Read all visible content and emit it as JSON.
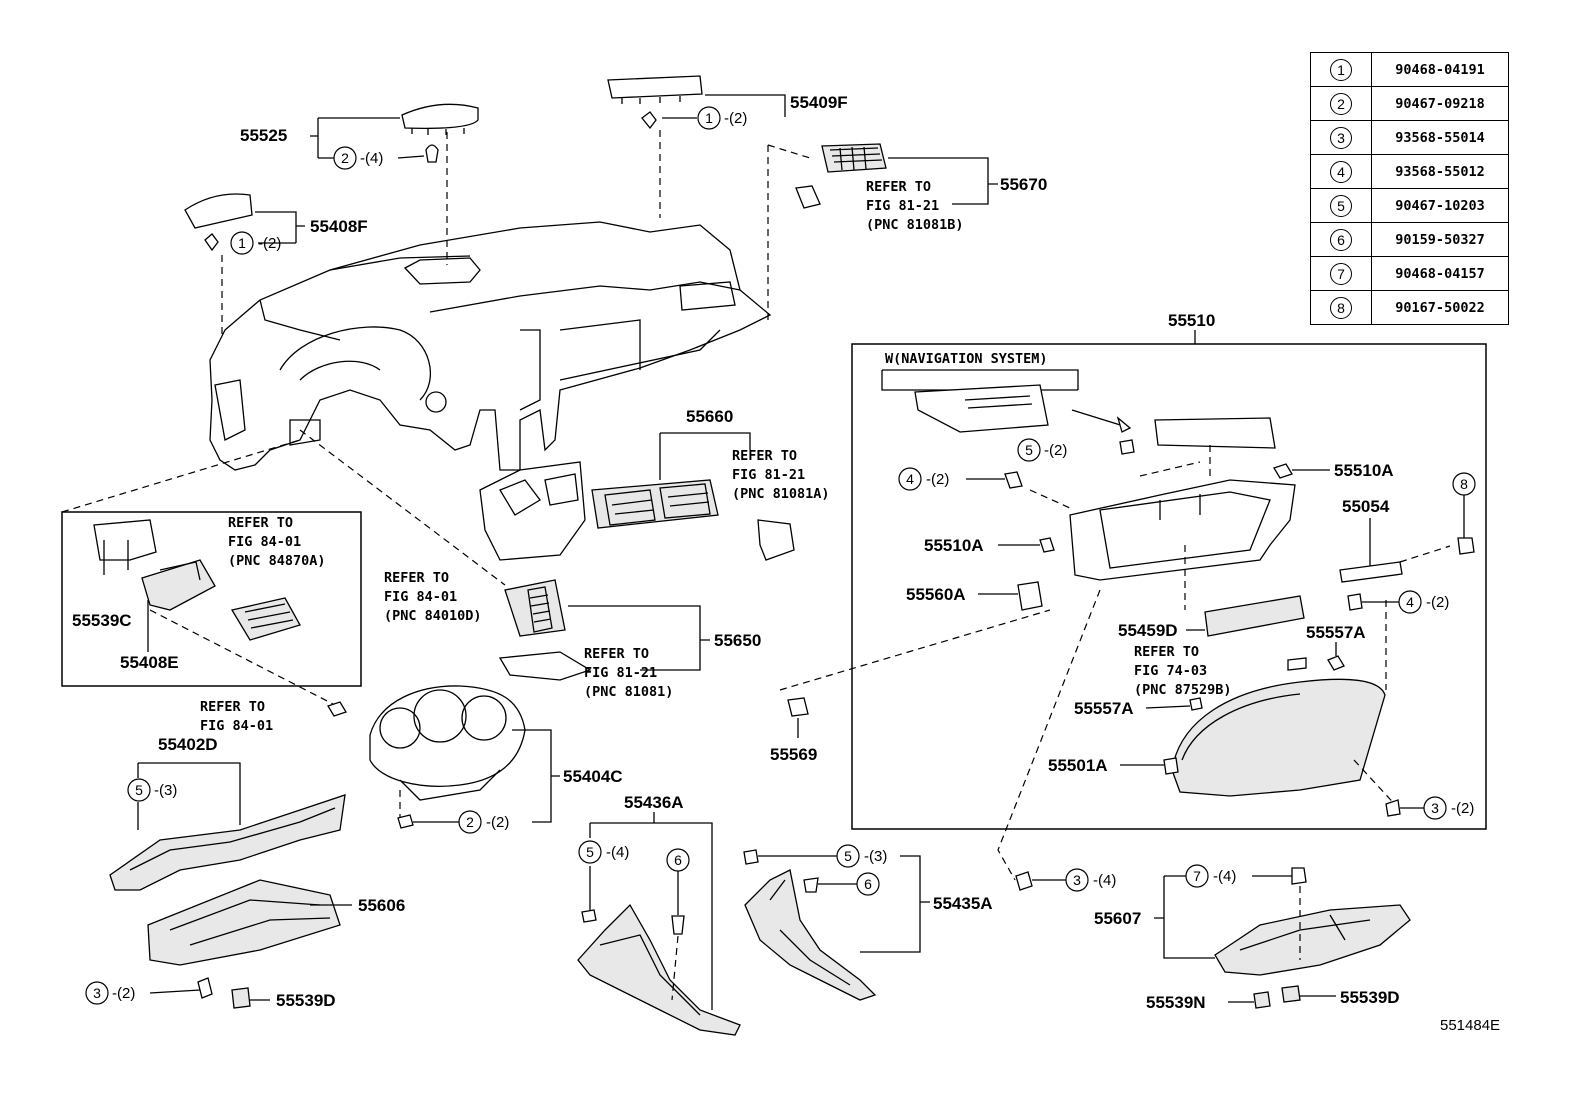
{
  "diagram_id": "551484E",
  "legend": [
    {
      "num": "1",
      "part": "90468-04191"
    },
    {
      "num": "2",
      "part": "90467-09218"
    },
    {
      "num": "3",
      "part": "93568-55014"
    },
    {
      "num": "4",
      "part": "93568-55012"
    },
    {
      "num": "5",
      "part": "90467-10203"
    },
    {
      "num": "6",
      "part": "90159-50327"
    },
    {
      "num": "7",
      "part": "90468-04157"
    },
    {
      "num": "8",
      "part": "90167-50022"
    }
  ],
  "labels": {
    "p55525": "55525",
    "p55409F": "55409F",
    "p55408F": "55408F",
    "p55670": "55670",
    "p55510": "55510",
    "p55660": "55660",
    "p55510A_1": "55510A",
    "p55510A_2": "55510A",
    "p55054": "55054",
    "p55560A": "55560A",
    "p55459D": "55459D",
    "p55557A_1": "55557A",
    "p55557A_2": "55557A",
    "p55501A": "55501A",
    "p55539C": "55539C",
    "p55408E": "55408E",
    "p55650": "55650",
    "p55569": "55569",
    "p55402D": "55402D",
    "p55404C": "55404C",
    "p55436A": "55436A",
    "p55606": "55606",
    "p55435A": "55435A",
    "p55607": "55607",
    "p55539D_1": "55539D",
    "p55539N": "55539N",
    "p55539D_2": "55539D",
    "nav": "W(NAVIGATION SYSTEM)"
  },
  "refs": {
    "r1": [
      "REFER TO",
      "FIG 81-21",
      "(PNC 81081B)"
    ],
    "r2": [
      "REFER TO",
      "FIG 81-21",
      "(PNC 81081A)"
    ],
    "r3": [
      "REFER TO",
      "FIG 84-01",
      "(PNC 84870A)"
    ],
    "r4": [
      "REFER TO",
      "FIG 84-01",
      "(PNC 84010D)"
    ],
    "r5": [
      "REFER TO",
      "FIG 81-21",
      "(PNC 81081)"
    ],
    "r6": [
      "REFER TO",
      "FIG 84-01"
    ],
    "r7": [
      "REFER TO",
      "FIG 74-03",
      "(PNC 87529B)"
    ]
  },
  "callouts": {
    "c1": {
      "num": "2",
      "qty": "-(4)"
    },
    "c2": {
      "num": "1",
      "qty": "-(2)"
    },
    "c3": {
      "num": "1",
      "qty": "-(2)"
    },
    "c4": {
      "num": "5",
      "qty": "-(2)"
    },
    "c5": {
      "num": "4",
      "qty": "-(2)"
    },
    "c6": {
      "num": "8",
      "qty": ""
    },
    "c7": {
      "num": "4",
      "qty": "-(2)"
    },
    "c8": {
      "num": "3",
      "qty": "-(2)"
    },
    "c9": {
      "num": "5",
      "qty": "-(3)"
    },
    "c10": {
      "num": "2",
      "qty": "-(2)"
    },
    "c11": {
      "num": "5",
      "qty": "-(4)"
    },
    "c12": {
      "num": "6",
      "qty": ""
    },
    "c13": {
      "num": "5",
      "qty": "-(3)"
    },
    "c14": {
      "num": "6",
      "qty": ""
    },
    "c15": {
      "num": "3",
      "qty": "-(4)"
    },
    "c16": {
      "num": "7",
      "qty": "-(4)"
    },
    "c17": {
      "num": "3",
      "qty": "-(2)"
    }
  }
}
